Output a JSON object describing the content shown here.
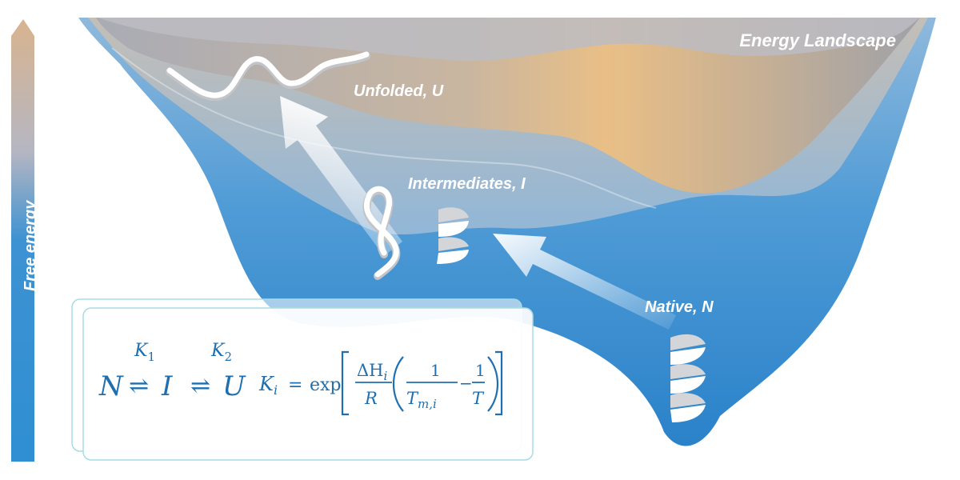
{
  "title": "Energy Landscape",
  "axis_label": "Free energy",
  "states": {
    "unfolded": "Unfolded, U",
    "intermediates": "Intermediates, I",
    "native": "Native, N"
  },
  "scheme": {
    "n": "N",
    "i": "I",
    "u": "U",
    "arrow": "⇌",
    "k1": "K",
    "k1_sub": "1",
    "k2": "K",
    "k2_sub": "2"
  },
  "equation": {
    "lhs": "K",
    "lhs_sub": "i",
    "equals": "=",
    "exp": "exp",
    "dh": "ΔH",
    "dh_sub": "i",
    "r": "R",
    "one_a": "1",
    "tm": "T",
    "tm_sub": "m,i",
    "minus": "−",
    "one_b": "1",
    "t": "T"
  },
  "colors": {
    "deep_blue": "#1f7fc7",
    "light_blue": "#8cc4ea",
    "warm_top": "#e7bd85",
    "gray_top": "#a6a7ad",
    "formula": "#1f6fb0",
    "label": "#ffffff"
  }
}
